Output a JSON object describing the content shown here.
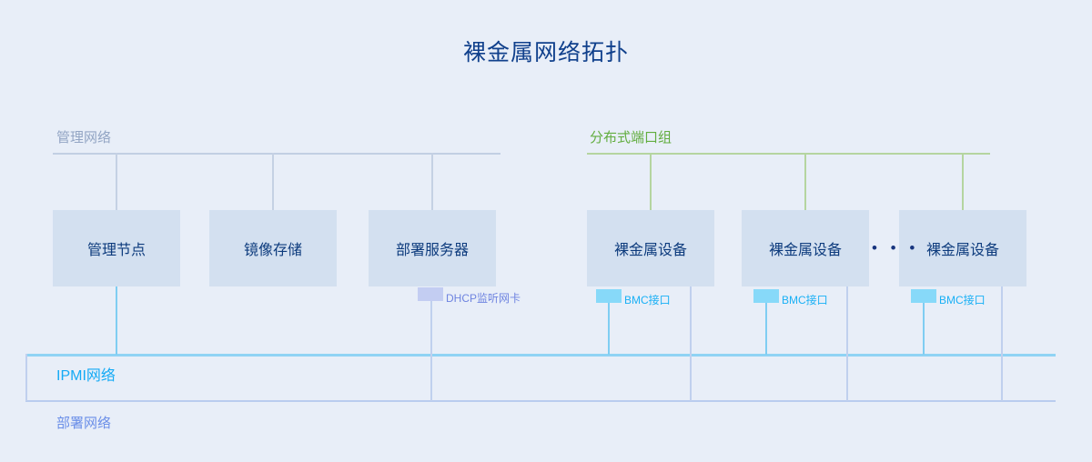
{
  "diagram": {
    "title": "裸金属网络拓扑",
    "zones": {
      "management_network": "管理网络",
      "distributed_port_group": "分布式端口组",
      "ipmi_network": "IPMI网络",
      "deployment_network": "部署网络"
    },
    "nodes": [
      {
        "id": "management-node",
        "label": "管理节点"
      },
      {
        "id": "image-storage",
        "label": "镜像存储"
      },
      {
        "id": "deployment-server",
        "label": "部署服务器"
      },
      {
        "id": "bare-metal-1",
        "label": "裸金属设备"
      },
      {
        "id": "bare-metal-2",
        "label": "裸金属设备"
      },
      {
        "id": "bare-metal-3",
        "label": "裸金属设备"
      }
    ],
    "interfaces": [
      {
        "id": "dhcp-nic",
        "label": "DHCP监听网卡"
      },
      {
        "id": "bmc-1",
        "label": "BMC接口"
      },
      {
        "id": "bmc-2",
        "label": "BMC接口"
      },
      {
        "id": "bmc-3",
        "label": "BMC接口"
      }
    ],
    "ellipsis": "• • •",
    "colors": {
      "background": "#e8eef8",
      "title": "#10408c",
      "node_fill": "#d3e0f0",
      "node_text": "#0d3b7d",
      "management_bus": "#c2cfe3",
      "port_group_bus": "#b5d5a0",
      "ipmi_bus": "#8fd3f4",
      "deploy_bus": "#b9ccef",
      "dhcp_chip": "#c3cdf2",
      "bmc_chip": "#87d9f9"
    }
  }
}
